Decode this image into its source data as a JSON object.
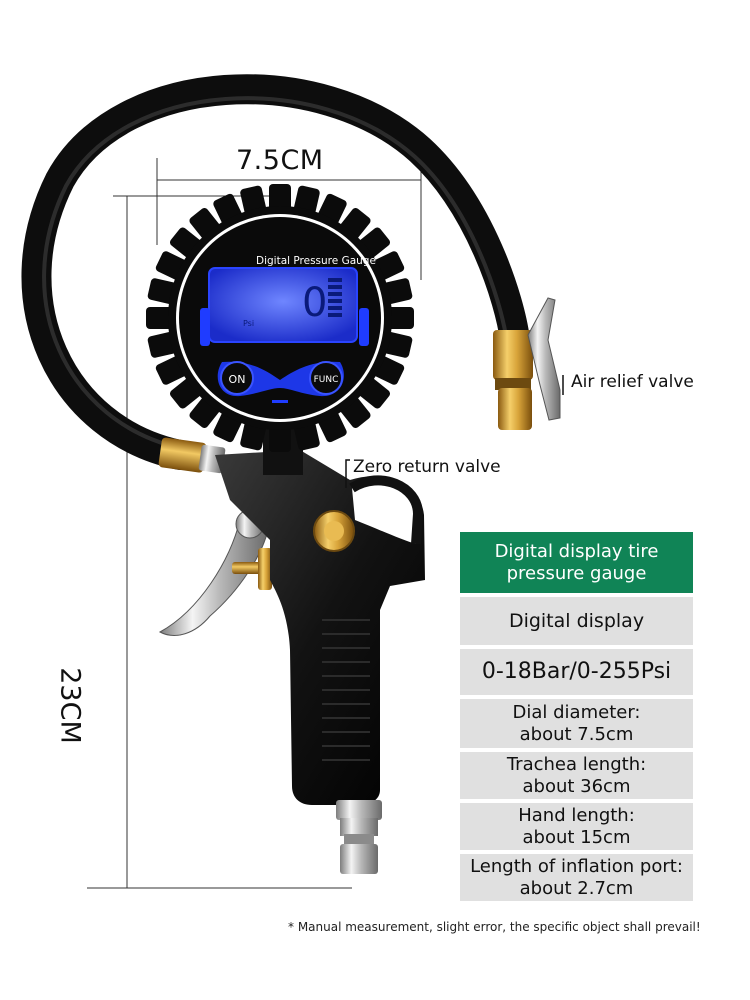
{
  "dimensions": {
    "width_label": "7.5CM",
    "height_label": "23CM"
  },
  "gauge": {
    "title": "Digital Pressure Gauge",
    "reading": "0",
    "unit": "Psi",
    "on_label": "ON",
    "func_label": "FUNC",
    "display_color": "#1f3cff"
  },
  "callouts": {
    "air_relief": "Air relief valve",
    "zero_return": "Zero return valve"
  },
  "spec_table": {
    "header_line1": "Digital display tire",
    "header_line2": "pressure gauge",
    "header_color": "#108456",
    "rows": [
      {
        "line1": "Digital display",
        "line2": ""
      },
      {
        "line1": "0-18Bar/0-255Psi",
        "line2": ""
      },
      {
        "line1": "Dial diameter:",
        "line2": "about 7.5cm"
      },
      {
        "line1": "Trachea length:",
        "line2": "about 36cm"
      },
      {
        "line1": "Hand length:",
        "line2": "about 15cm"
      },
      {
        "line1": "Length of inflation port:",
        "line2": "about 2.7cm"
      }
    ]
  },
  "footnote": "* Manual measurement, slight error, the specific object shall prevail!"
}
